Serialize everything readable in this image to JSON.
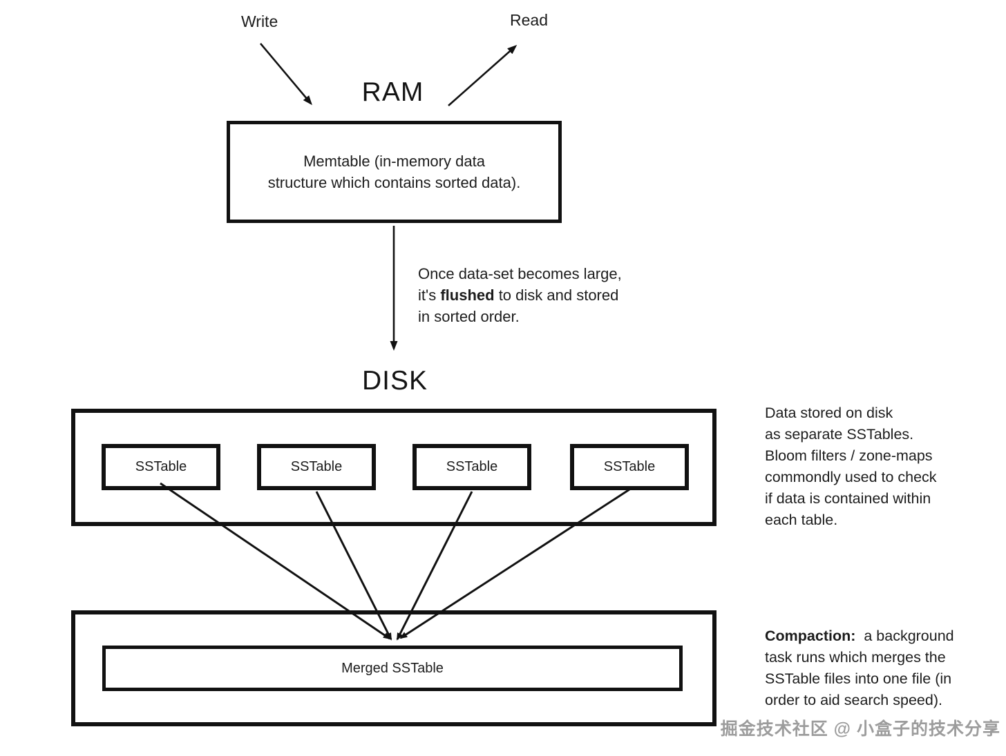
{
  "diagram": {
    "ram_section": {
      "write_label": "Write",
      "read_label": "Read",
      "heading": "RAM",
      "memtable": {
        "line1": "Memtable (in-memory data",
        "line2": "structure which contains sorted data)."
      },
      "flush_note": {
        "line1": "Once data-set becomes large,",
        "line2_prefix": "it's",
        "line2_bold": "flushed",
        "line2_suffix": "to disk and stored",
        "line3": "in sorted order."
      }
    },
    "disk_section": {
      "heading": "DISK",
      "sstable_labels": [
        "SSTable",
        "SSTable",
        "SSTable",
        "SSTable"
      ],
      "merged_label": "Merged SSTable"
    },
    "annotations": {
      "disk_note_lines": [
        "Data stored on disk",
        "as separate SSTables.",
        "Bloom filters / zone-maps",
        "commondly used to check",
        "if data is contained within",
        "each table."
      ],
      "compaction_note": {
        "line1_bold": "Compaction:",
        "line1_rest": "a background",
        "line2": "task runs which merges the",
        "line3": "SSTable files into one file (in",
        "line4": "order to aid search speed)."
      }
    },
    "watermark": "掘金技术社区 @ 小盒子的技术分享",
    "colors": {
      "ink": "#111111",
      "background": "#ffffff",
      "watermark_gray": "#9c9c9c"
    }
  }
}
